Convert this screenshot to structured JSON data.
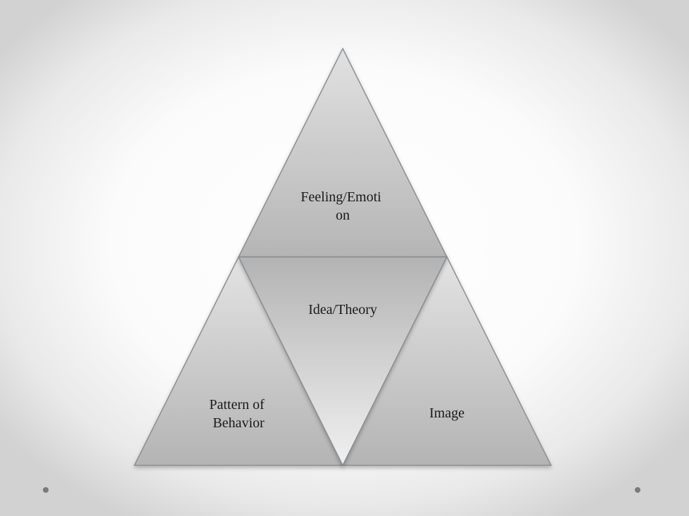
{
  "diagram": {
    "top_triangle": {
      "line1": "Feeling/Emoti",
      "line2": "on"
    },
    "center_triangle": {
      "label": "Idea/Theory"
    },
    "left_triangle": {
      "line1": "Pattern of",
      "line2": "Behavior"
    },
    "right_triangle": {
      "label": "Image"
    }
  },
  "colors": {
    "triangle_light": "#d6d6d6",
    "triangle_dark": "#b3b3b3",
    "triangle_stroke": "#8a8f93",
    "bullet_dot": "#7a7a7a"
  }
}
